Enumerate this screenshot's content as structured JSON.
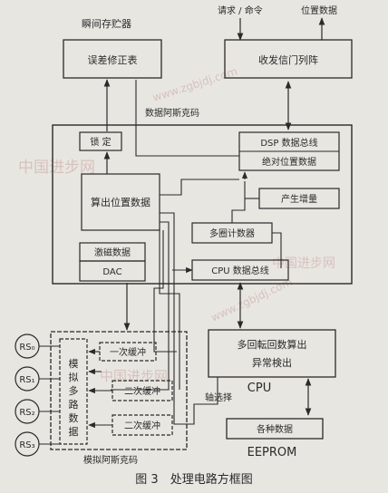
{
  "labels": {
    "transient_memory": "瞬间存贮器",
    "error_table": "误差修正表",
    "request_command": "请求 / 命令",
    "position_data_top": "位置数据",
    "transceiver_array": "收发信门列阵",
    "digital_asic": "数据阿斯克码",
    "lock": "锁 定",
    "dsp_bus": "DSP 数据总线",
    "absolute_position": "绝对位置数据",
    "compute_position": "算出位置数据",
    "generate_increment": "产生增量",
    "multi_counter": "多圈计数器",
    "excitation_data": "激磁数据",
    "dac": "DAC",
    "cpu_bus": "CPU 数据总线",
    "rs0": "RS₀",
    "rs1": "RS₁",
    "rs2": "RS₂",
    "rs3": "RS₃",
    "analog_mux": "模拟多路数据",
    "buffer1": "一次缓冲",
    "buffer2a": "二次缓冲",
    "buffer2b": "二次缓冲",
    "analog_asic": "模拟阿斯克码",
    "multi_rev_detect_1": "多回転回数算出",
    "multi_rev_detect_2": "异常検出",
    "axis_select": "轴选择",
    "cpu": "CPU",
    "various_data": "各种数据",
    "eeprom": "EEPROM",
    "figure_caption": "图 3　处理电路方框图"
  },
  "watermarks": [
    "中国进步网",
    "www.zgbjdj.com",
    "中国进步网",
    "www.zgbjdj.com",
    "中国进步网"
  ]
}
